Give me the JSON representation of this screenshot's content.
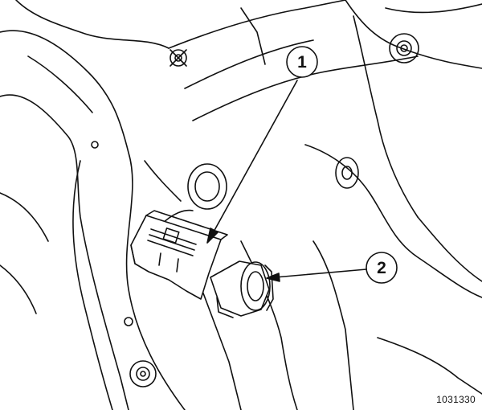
{
  "callouts": [
    {
      "label": "1"
    },
    {
      "label": "2"
    }
  ],
  "figure_id": "1031330",
  "colors": {
    "line": "#111111",
    "background": "#ffffff"
  }
}
